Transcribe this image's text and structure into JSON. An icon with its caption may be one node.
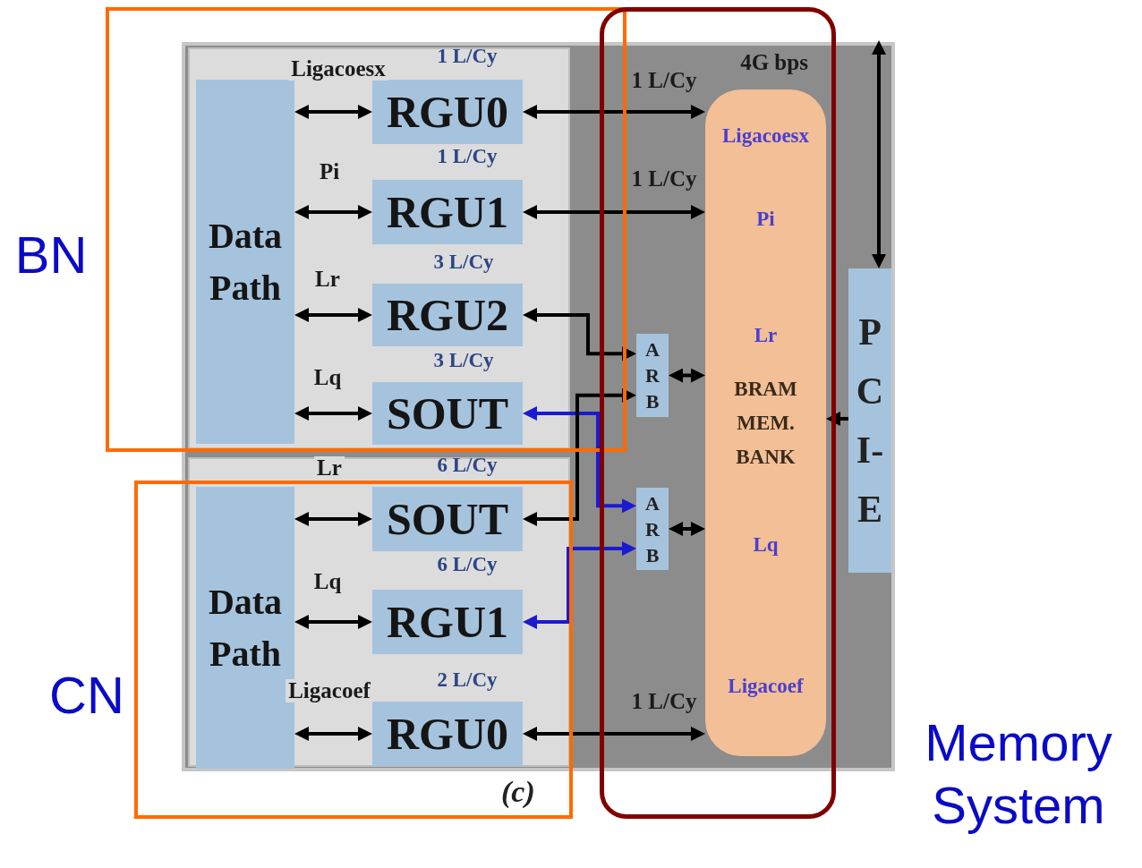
{
  "diagram": {
    "nodes": [
      {
        "text": [
          "BN"
        ]
      },
      {
        "text": [
          "Data Path"
        ],
        "in": 0
      },
      {
        "text": [
          "RGU0"
        ],
        "in": 0,
        "beside": [
          "1 L/Cy"
        ]
      },
      {
        "text": [
          "RGU1"
        ],
        "in": 0,
        "beside": [
          "1 L/Cy"
        ]
      },
      {
        "text": [
          "RGU2"
        ],
        "in": 0,
        "beside": [
          "3 L/Cy"
        ]
      },
      {
        "text": [
          "SOUT"
        ],
        "in": 0,
        "beside": [
          "3 L/Cy"
        ]
      },
      {
        "text": [
          "CN"
        ]
      },
      {
        "text": [
          "Data Path"
        ],
        "in": 6
      },
      {
        "text": [
          "SOUT"
        ],
        "in": 6,
        "beside": [
          "6 L/Cy"
        ]
      },
      {
        "text": [
          "RGU1"
        ],
        "in": 6,
        "beside": [
          "6 L/Cy"
        ]
      },
      {
        "text": [
          "RGU0"
        ],
        "in": 6,
        "beside": [
          "2 L/Cy"
        ]
      },
      {
        "text": [
          "Memory System"
        ]
      },
      {
        "text": [
          "A R B"
        ],
        "in": 11
      },
      {
        "text": [
          "A R B"
        ],
        "in": 11
      },
      {
        "text": [
          "Ligacoesx",
          "Pi",
          "Lr",
          "BRAM MEM. BANK",
          "Lq",
          "Ligacoef"
        ],
        "in": 11
      },
      {
        "text": [
          "P C I- E"
        ]
      }
    ],
    "edges": [
      {
        "from": 1,
        "to": 2,
        "arrow": "both",
        "label": "Ligacoesx"
      },
      {
        "from": 1,
        "to": 3,
        "arrow": "both",
        "label": "Pi"
      },
      {
        "from": 1,
        "to": 4,
        "arrow": "both",
        "label": "Lr"
      },
      {
        "from": 1,
        "to": 5,
        "arrow": "both",
        "label": "Lq"
      },
      {
        "from": 2,
        "to": 14,
        "arrow": "both",
        "label": "1 L/Cy"
      },
      {
        "from": 3,
        "to": 14,
        "arrow": "both",
        "label": "1 L/Cy"
      },
      {
        "from": 4,
        "to": 12,
        "arrow": "both"
      },
      {
        "from": 5,
        "to": 13,
        "arrow": "both",
        "color": "#1a1ad0"
      },
      {
        "from": 12,
        "to": 14,
        "arrow": "both"
      },
      {
        "from": 7,
        "to": 8,
        "arrow": "both",
        "label": "Lr"
      },
      {
        "from": 7,
        "to": 9,
        "arrow": "both",
        "label": "Lq"
      },
      {
        "from": 7,
        "to": 10,
        "arrow": "both",
        "label": "Ligacoef"
      },
      {
        "from": 8,
        "to": 12,
        "arrow": "both"
      },
      {
        "from": 9,
        "to": 13,
        "arrow": "both",
        "color": "#1a1ad0"
      },
      {
        "from": 13,
        "to": 14,
        "arrow": "both"
      },
      {
        "from": 10,
        "to": 14,
        "arrow": "both",
        "label": "1 L/Cy"
      },
      {
        "from": null,
        "to": 15,
        "arrow": "both",
        "label": "4G bps"
      },
      {
        "from": 15,
        "to": 14,
        "arrow": "to"
      }
    ],
    "labels": [
      "(c)"
    ]
  }
}
